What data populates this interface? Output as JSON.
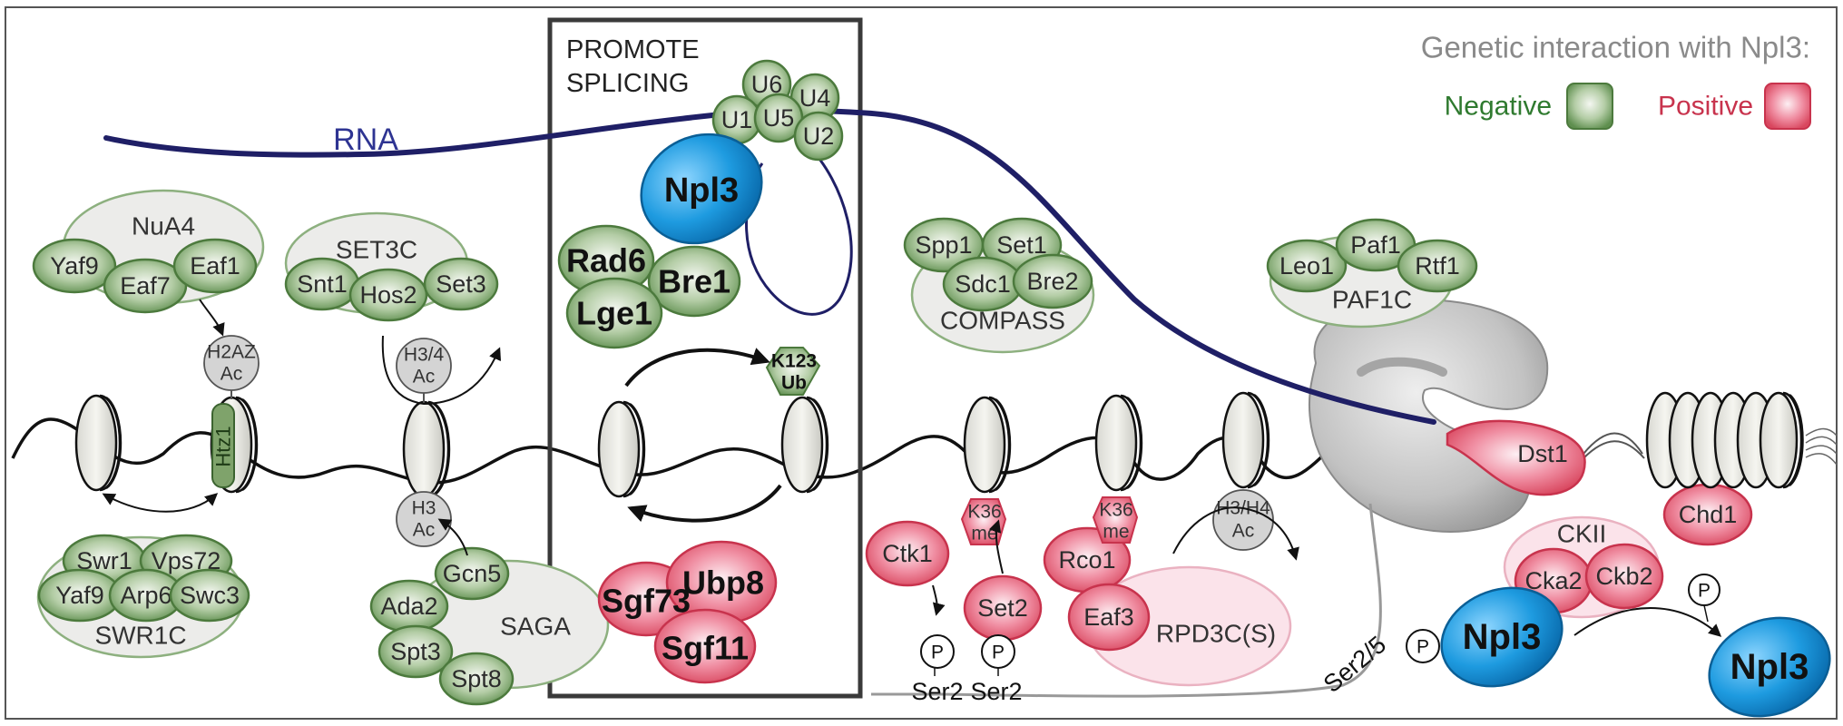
{
  "legend": {
    "title": "Genetic interaction with Npl3:",
    "negative": "Negative",
    "positive": "Positive",
    "negative_color": "#6f9c5e",
    "positive_color": "#e0536b"
  },
  "labels": {
    "rna": "RNA",
    "box_title_1": "PROMOTE",
    "box_title_2": "SPLICING"
  },
  "snrnps": [
    "U6",
    "U4",
    "U1",
    "U5",
    "U2"
  ],
  "complexes": {
    "nua4": "NuA4",
    "set3c": "SET3C",
    "compass": "COMPASS",
    "paf1c": "PAF1C",
    "swr1c": "SWR1C",
    "saga": "SAGA",
    "rpd3c": "RPD3C(S)",
    "ckii": "CKII"
  },
  "proteins": {
    "yaf9_top": "Yaf9",
    "eaf7": "Eaf7",
    "eaf1": "Eaf1",
    "snt1": "Snt1",
    "hos2": "Hos2",
    "set3": "Set3",
    "spp1": "Spp1",
    "set1": "Set1",
    "sdc1": "Sdc1",
    "bre2": "Bre2",
    "leo1": "Leo1",
    "paf1": "Paf1",
    "rtf1": "Rtf1",
    "swr1": "Swr1",
    "vps72": "Vps72",
    "yaf9_bot": "Yaf9",
    "arp6": "Arp6",
    "swc3": "Swc3",
    "gcn5": "Gcn5",
    "ada2": "Ada2",
    "spt3": "Spt3",
    "spt8": "Spt8",
    "rad6": "Rad6",
    "bre1": "Bre1",
    "lge1": "Lge1",
    "npl3_box": "Npl3",
    "sgf73": "Sgf73",
    "ubp8": "Ubp8",
    "sgf11": "Sgf11",
    "ctk1": "Ctk1",
    "set2": "Set2",
    "rco1": "Rco1",
    "eaf3": "Eaf3",
    "dst1": "Dst1",
    "chd1": "Chd1",
    "cka2": "Cka2",
    "ckb2": "Ckb2",
    "npl3_a": "Npl3",
    "npl3_b": "Npl3"
  },
  "marks": {
    "h2az_1": "H2AZ",
    "h2az_2": "Ac",
    "h34_1": "H3/4",
    "h34_2": "Ac",
    "h3_1": "H3",
    "h3_2": "Ac",
    "k123_1": "K123",
    "k123_2": "Ub",
    "k36a_1": "K36",
    "k36a_2": "me",
    "k36b_1": "K36",
    "k36b_2": "me",
    "h3h4_1": "H3/H4",
    "h3h4_2": "Ac",
    "htz1": "Htz1"
  },
  "ctd": {
    "p": "P",
    "ser2_a": "Ser2",
    "ser2_b": "Ser2",
    "ser25": "Ser2/5"
  }
}
